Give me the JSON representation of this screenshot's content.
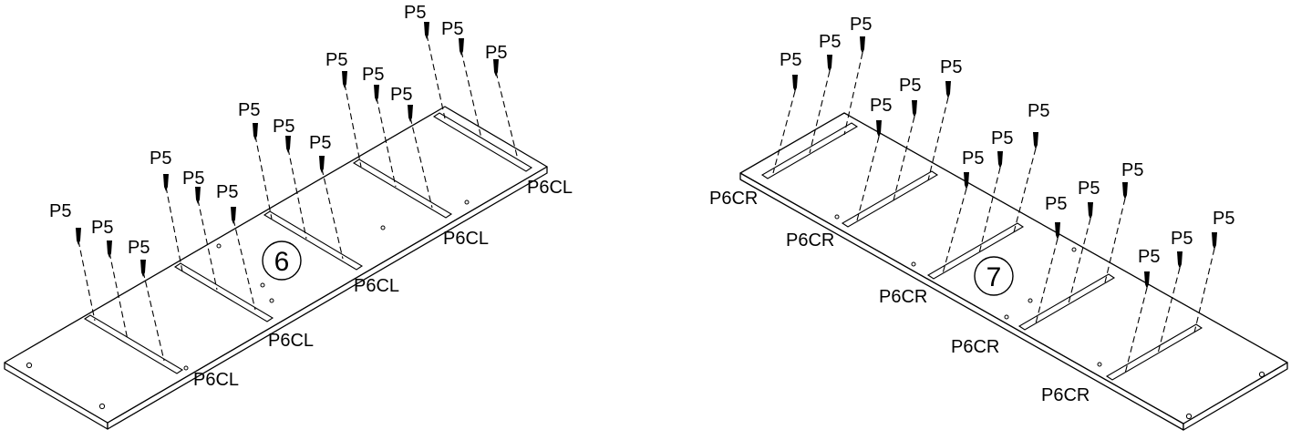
{
  "panels": [
    {
      "step": "6",
      "screw_label": "P5",
      "bracket_label": "P6CL",
      "screw_count": 15,
      "bracket_count": 5
    },
    {
      "step": "7",
      "screw_label": "P5",
      "bracket_label": "P6CR",
      "screw_count": 15,
      "bracket_count": 5
    }
  ]
}
